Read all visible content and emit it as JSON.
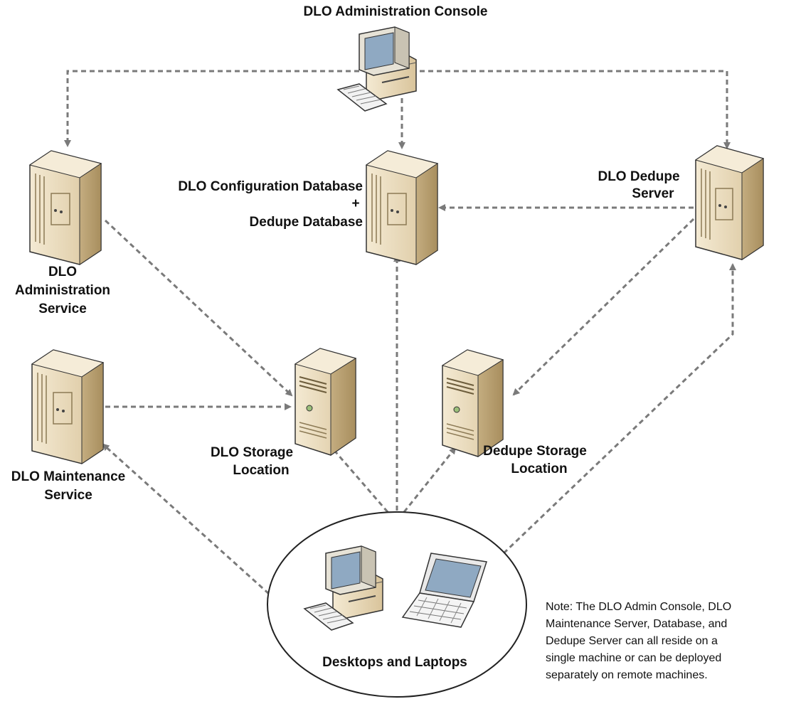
{
  "labels": {
    "admin_console": "DLO Administration Console",
    "config_db": [
      "DLO Configuration Database",
      "+",
      "Dedupe Database"
    ],
    "dedupe_server": [
      "DLO Dedupe",
      "Server"
    ],
    "admin_service": [
      "DLO",
      "Administration",
      "Service"
    ],
    "maintenance_service": [
      "DLO Maintenance",
      "Service"
    ],
    "storage_location": [
      "DLO Storage",
      "Location"
    ],
    "dedupe_storage": [
      "Dedupe Storage",
      "Location"
    ],
    "clients": "Desktops and Laptops"
  },
  "note": [
    "Note: The DLO Admin Console, DLO",
    "Maintenance Server, Database, and",
    "Dedupe Server can all reside on a",
    "single machine or can be deployed",
    "separately on remote machines."
  ],
  "icons": {
    "admin_console": "desktop-computer-icon",
    "config_db": "server-tower-icon",
    "dedupe_server": "server-tower-icon",
    "admin_service": "server-tower-icon",
    "maintenance_service": "server-tower-icon",
    "storage_location": "storage-server-icon",
    "dedupe_storage": "storage-server-icon",
    "client_desktop": "desktop-computer-icon",
    "client_laptop": "laptop-icon"
  },
  "colors": {
    "server_face": "#e8d9b8",
    "server_side": "#c9b48a",
    "connector": "#7a7a7a"
  }
}
